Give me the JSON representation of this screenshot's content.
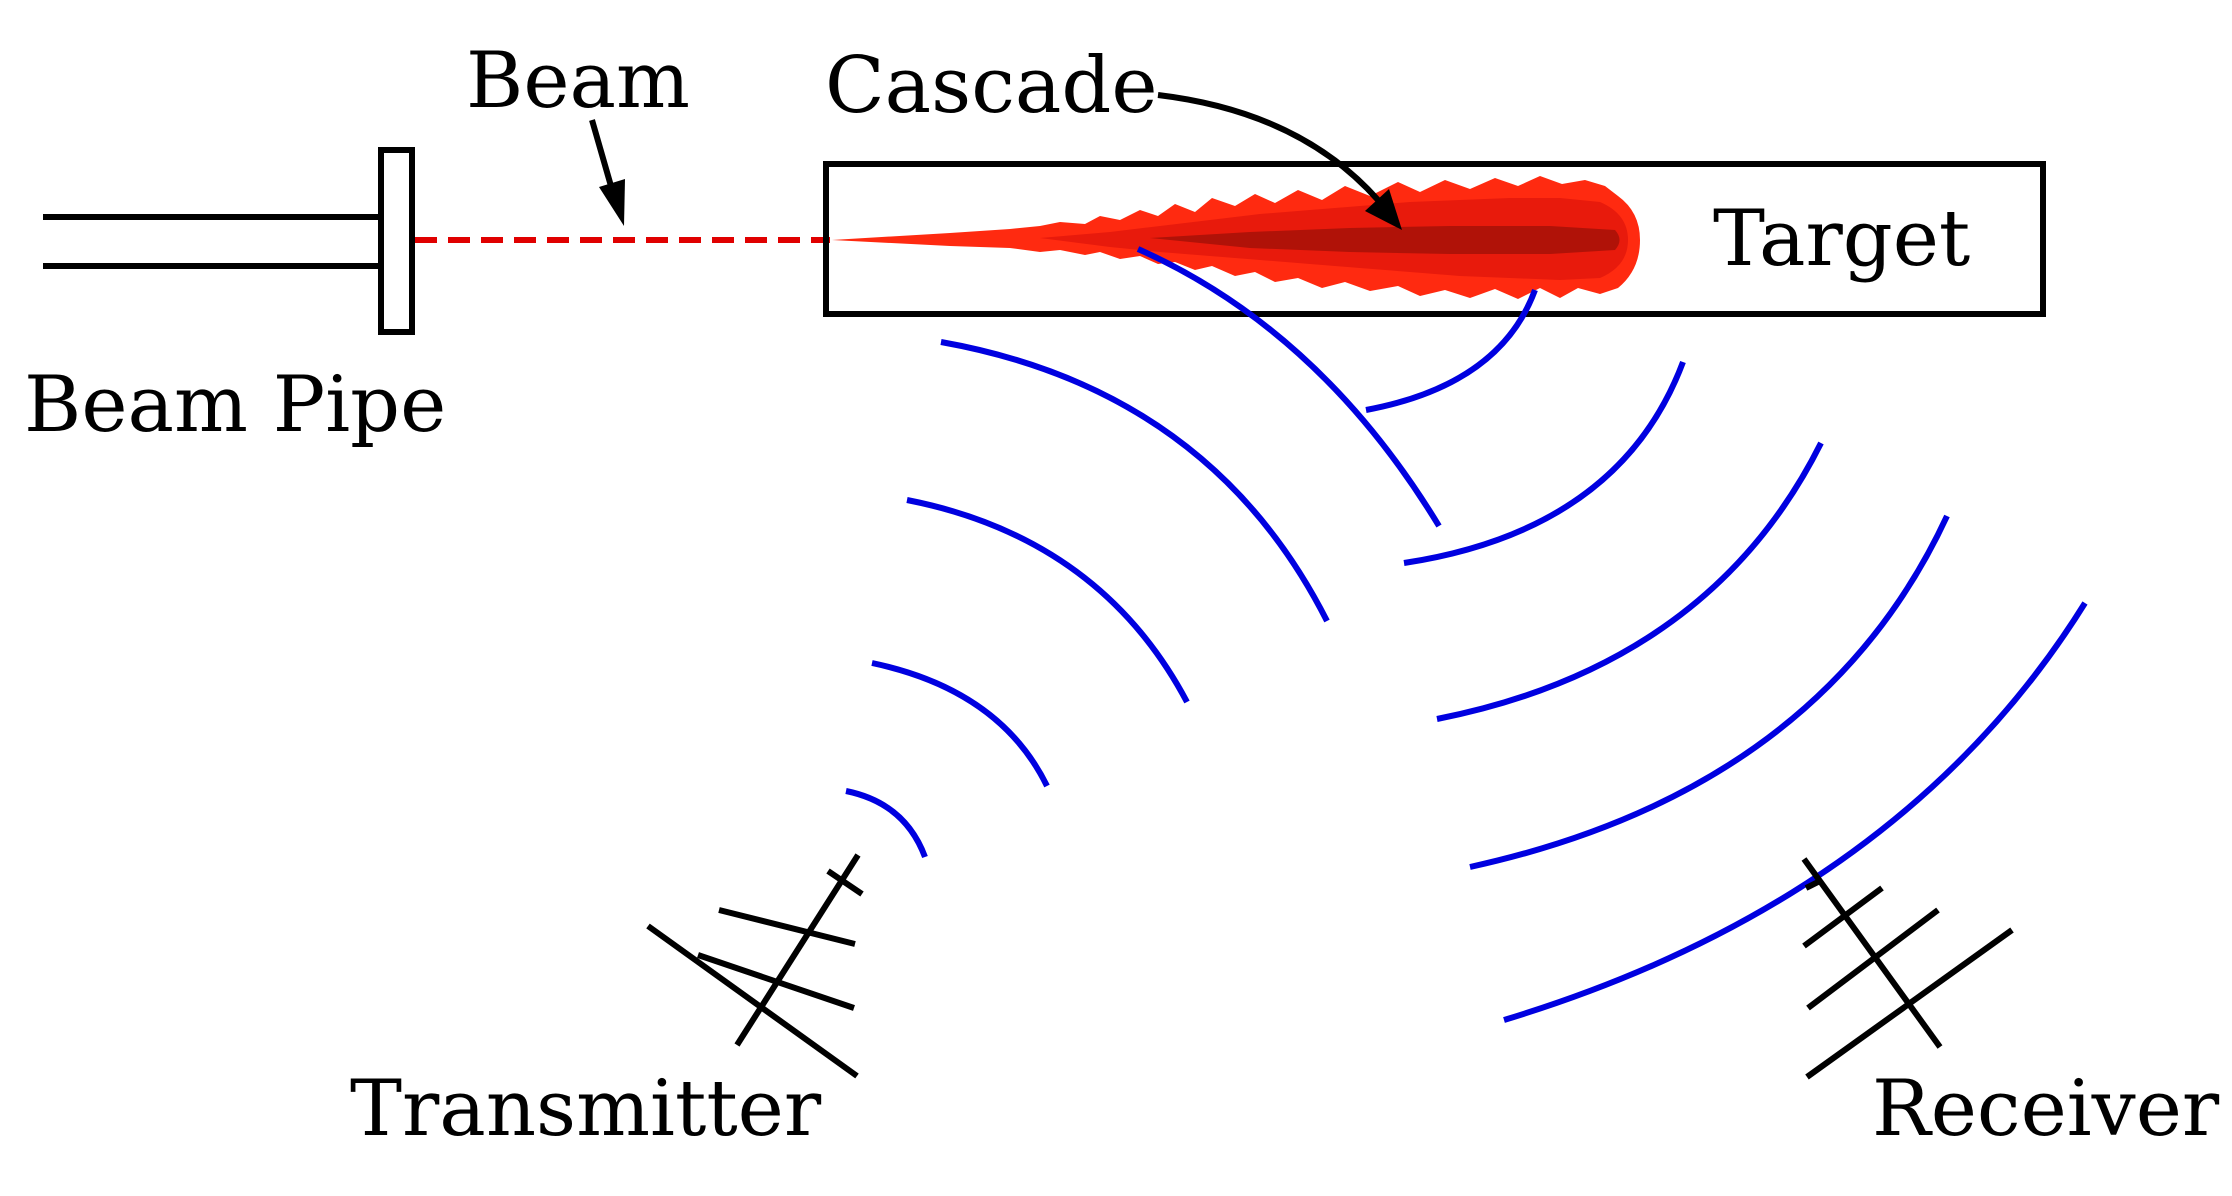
{
  "labels": {
    "beam": "Beam",
    "cascade": "Cascade",
    "target": "Target",
    "beam_pipe": "Beam Pipe",
    "transmitter": "Transmitter",
    "receiver": "Receiver"
  },
  "colors": {
    "outline": "#000000",
    "beam_line": "#e00000",
    "cascade_outer": "#ff2a10",
    "cascade_mid": "#e81a0c",
    "cascade_core": "#b01208",
    "radio_waves": "#0000e0"
  },
  "icons": {
    "transmitter": "yagi-antenna-icon",
    "receiver": "yagi-antenna-icon"
  }
}
